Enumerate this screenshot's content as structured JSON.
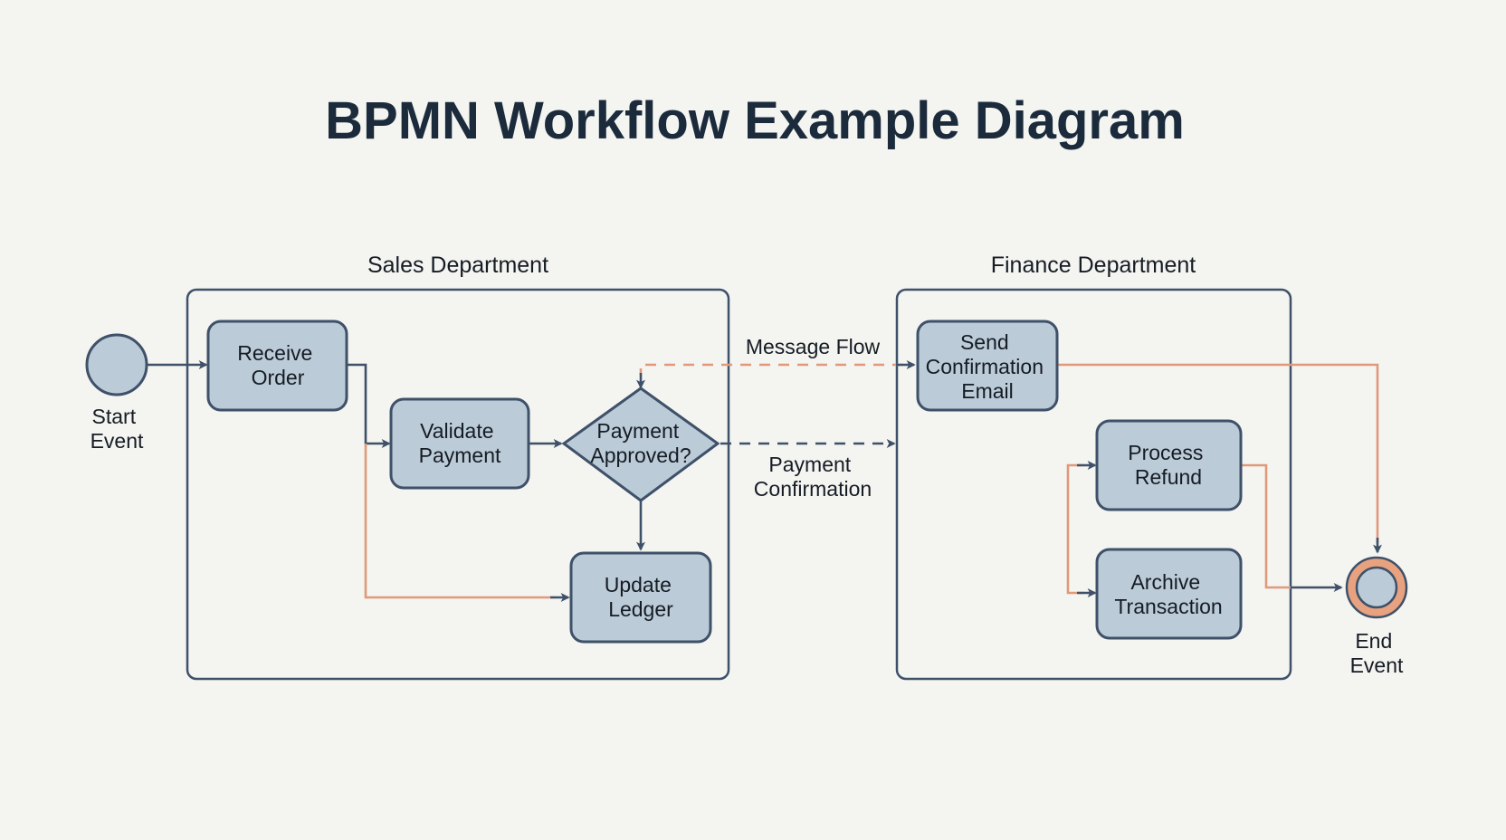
{
  "title": "BPMN Workflow Example Diagram",
  "colors": {
    "background": "#f4f4f1",
    "title": "#1b2b3c",
    "task_fill": "#bccbd8",
    "stroke_dark": "#3e5169",
    "accent_orange": "#e0997a",
    "end_event_ring": "#e9a27f"
  },
  "lanes": [
    {
      "id": "sales",
      "label": "Sales Department"
    },
    {
      "id": "finance",
      "label": "Finance Department"
    }
  ],
  "events": {
    "start": {
      "lines": [
        "Start",
        "Event"
      ]
    },
    "end": {
      "lines": [
        "End",
        "Event"
      ]
    }
  },
  "tasks": {
    "receive_order": {
      "lines": [
        "Receive",
        "Order"
      ]
    },
    "validate_payment": {
      "lines": [
        "Validate",
        "Payment"
      ]
    },
    "update_ledger": {
      "lines": [
        "Update",
        "Ledger"
      ]
    },
    "send_confirmation": {
      "lines": [
        "Send",
        "Confirmation",
        "Email"
      ]
    },
    "process_refund": {
      "lines": [
        "Process",
        "Refund"
      ]
    },
    "archive_transaction": {
      "lines": [
        "Archive",
        "Transaction"
      ]
    }
  },
  "gateways": {
    "payment_approved": {
      "lines": [
        "Payment",
        "Approved?"
      ]
    }
  },
  "flow_labels": {
    "message_flow": "Message Flow",
    "payment_confirmation": [
      "Payment",
      "Confirmation"
    ]
  },
  "flows": [
    {
      "from": "Start Event",
      "to": "Receive Order",
      "style": "sequence"
    },
    {
      "from": "Receive Order",
      "to": "Validate Payment",
      "style": "sequence"
    },
    {
      "from": "Receive Order",
      "to": "Update Ledger",
      "style": "sequence-alt"
    },
    {
      "from": "Validate Payment",
      "to": "Payment Approved?",
      "style": "sequence"
    },
    {
      "from": "Payment Approved?",
      "to": "Update Ledger",
      "style": "sequence"
    },
    {
      "from": "Payment Approved?",
      "to": "Finance Department",
      "style": "message",
      "label": "Payment Confirmation"
    },
    {
      "from": "Send Confirmation Email",
      "to": "Payment Approved?",
      "style": "message-alt",
      "label": "Message Flow"
    },
    {
      "from": "Send Confirmation Email",
      "to": "End Event",
      "style": "sequence-alt"
    },
    {
      "from": "Process Refund",
      "to": "End Event",
      "style": "sequence-alt"
    },
    {
      "from": "Archive Transaction",
      "to": "Process Refund",
      "style": "sequence-alt"
    }
  ]
}
